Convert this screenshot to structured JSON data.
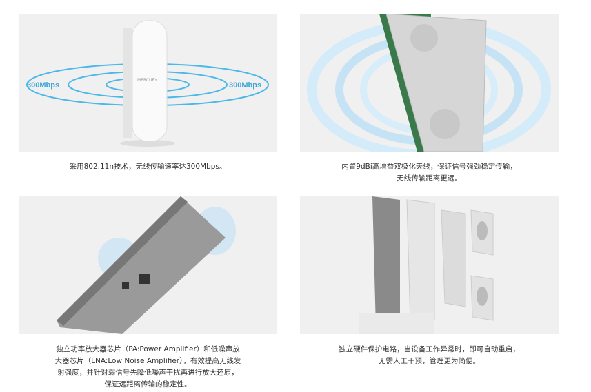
{
  "features": [
    {
      "caption": "采用802.11n技术，无线传输速率达300Mbps。",
      "speed_left": "300Mbps",
      "speed_right": "300Mbps",
      "brand": "MERCURY"
    },
    {
      "caption_lines": [
        "内置9dBi高增益双极化天线，保证信号强劲稳定传输，",
        "无线传输距离更远。"
      ]
    },
    {
      "caption_lines": [
        "独立功率放大器芯片（PA:Power Amplifier）和低噪声放",
        "大器芯片（LNA:Low Noise Amplifier），有效提高无线发",
        "射强度，并针对弱信号先降低噪声干扰再进行放大还原，",
        "保证远距离传输的稳定性。"
      ]
    },
    {
      "caption_lines": [
        "独立硬件保护电路，当设备工作异常时，即可自动重启，",
        "无需人工干预，管理更为简便。"
      ]
    }
  ],
  "colors": {
    "accent": "#3aa6d8",
    "panel": "#f0f0f0"
  }
}
